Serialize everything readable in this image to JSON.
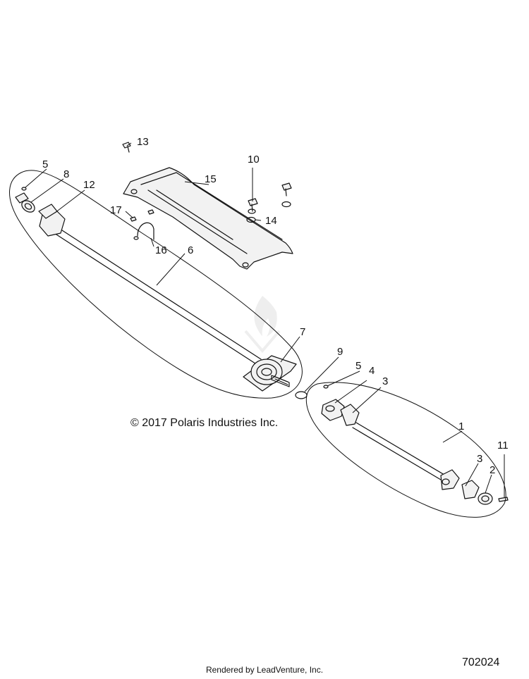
{
  "copyright": "© 2017 Polaris Industries Inc.",
  "rendered_by": "Rendered by LeadVenture, Inc.",
  "diagram_id": "702024",
  "callouts": {
    "c1": "1",
    "c2": "2",
    "c3a": "3",
    "c3b": "3",
    "c4": "4",
    "c5a": "5",
    "c5b": "5",
    "c6": "6",
    "c7": "7",
    "c8": "8",
    "c9": "9",
    "c10": "10",
    "c11": "11",
    "c12": "12",
    "c13": "13",
    "c14": "14",
    "c15": "15",
    "c16": "16",
    "c17": "17"
  }
}
